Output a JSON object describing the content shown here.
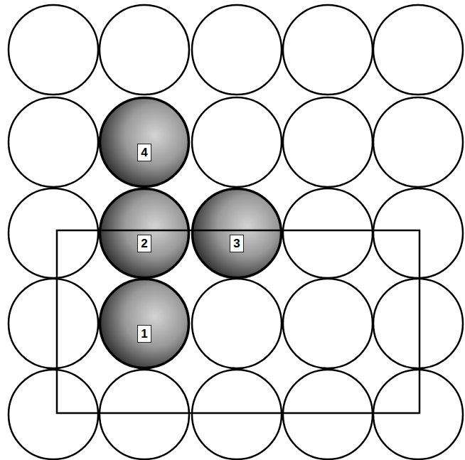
{
  "diagram": {
    "nodes": [
      {
        "text": [
          "4"
        ]
      },
      {
        "text": [
          "2"
        ]
      },
      {
        "text": [
          "3"
        ]
      },
      {
        "text": [
          "1"
        ]
      }
    ]
  }
}
